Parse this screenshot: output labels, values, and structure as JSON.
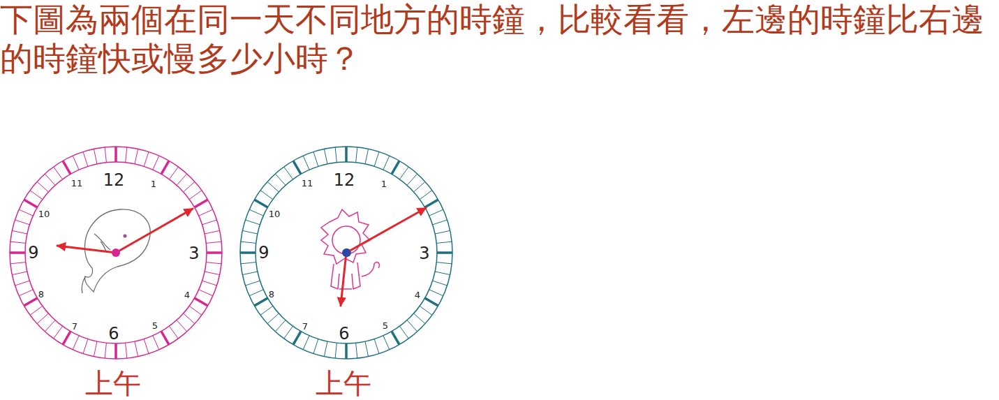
{
  "diagram": {
    "title": "下圖為兩個在同一天不同地方的時鐘，比較看看，左邊的時鐘比右邊的時鐘快或慢多少小時？",
    "labels": [
      "12",
      "1",
      "3",
      "4",
      "5",
      "6",
      "7",
      "8",
      "9",
      "10",
      "11",
      "12",
      "1",
      "3",
      "4",
      "5",
      "6",
      "7",
      "8",
      "9",
      "10",
      "11",
      "上午",
      "上午"
    ]
  }
}
